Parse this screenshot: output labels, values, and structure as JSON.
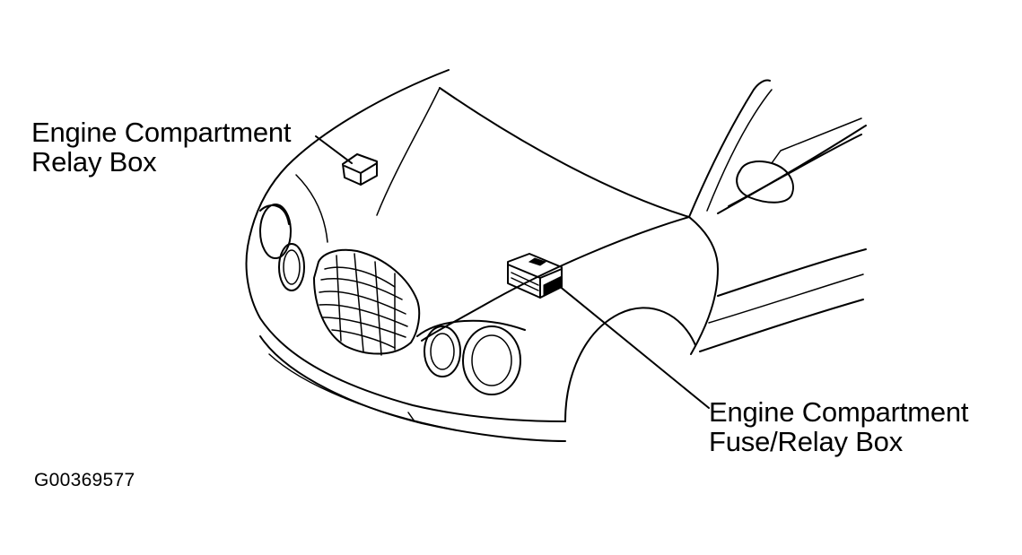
{
  "callouts": {
    "relay_box": {
      "line1": "Engine Compartment",
      "line2": "Relay Box"
    },
    "fuse_relay_box": {
      "line1": "Engine Compartment",
      "line2": "Fuse/Relay Box"
    }
  },
  "figure_id": "G00369577",
  "colors": {
    "line": "#000000",
    "background": "#ffffff"
  }
}
